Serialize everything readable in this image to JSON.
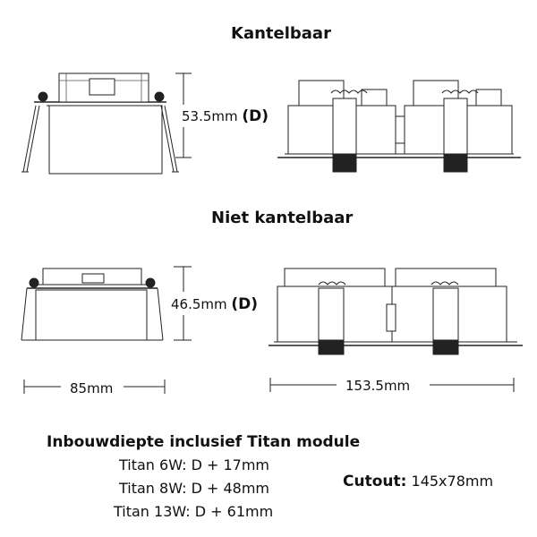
{
  "sections": {
    "tilted": {
      "title": "Kantelbaar",
      "depth_value": "53.5mm",
      "depth_mark": "(D)"
    },
    "fixed": {
      "title": "Niet kantelbaar",
      "depth_value": "46.5mm",
      "depth_mark": "(D)"
    }
  },
  "widths": {
    "single": "85mm",
    "double": "153.5mm"
  },
  "footer": {
    "heading": "Inbouwdiepte inclusief Titan module",
    "lines": [
      "Titan 6W: D + 17mm",
      "Titan 8W: D + 48mm",
      "Titan 13W: D + 61mm"
    ],
    "cutout_label": "Cutout:",
    "cutout_value": "145x78mm"
  }
}
